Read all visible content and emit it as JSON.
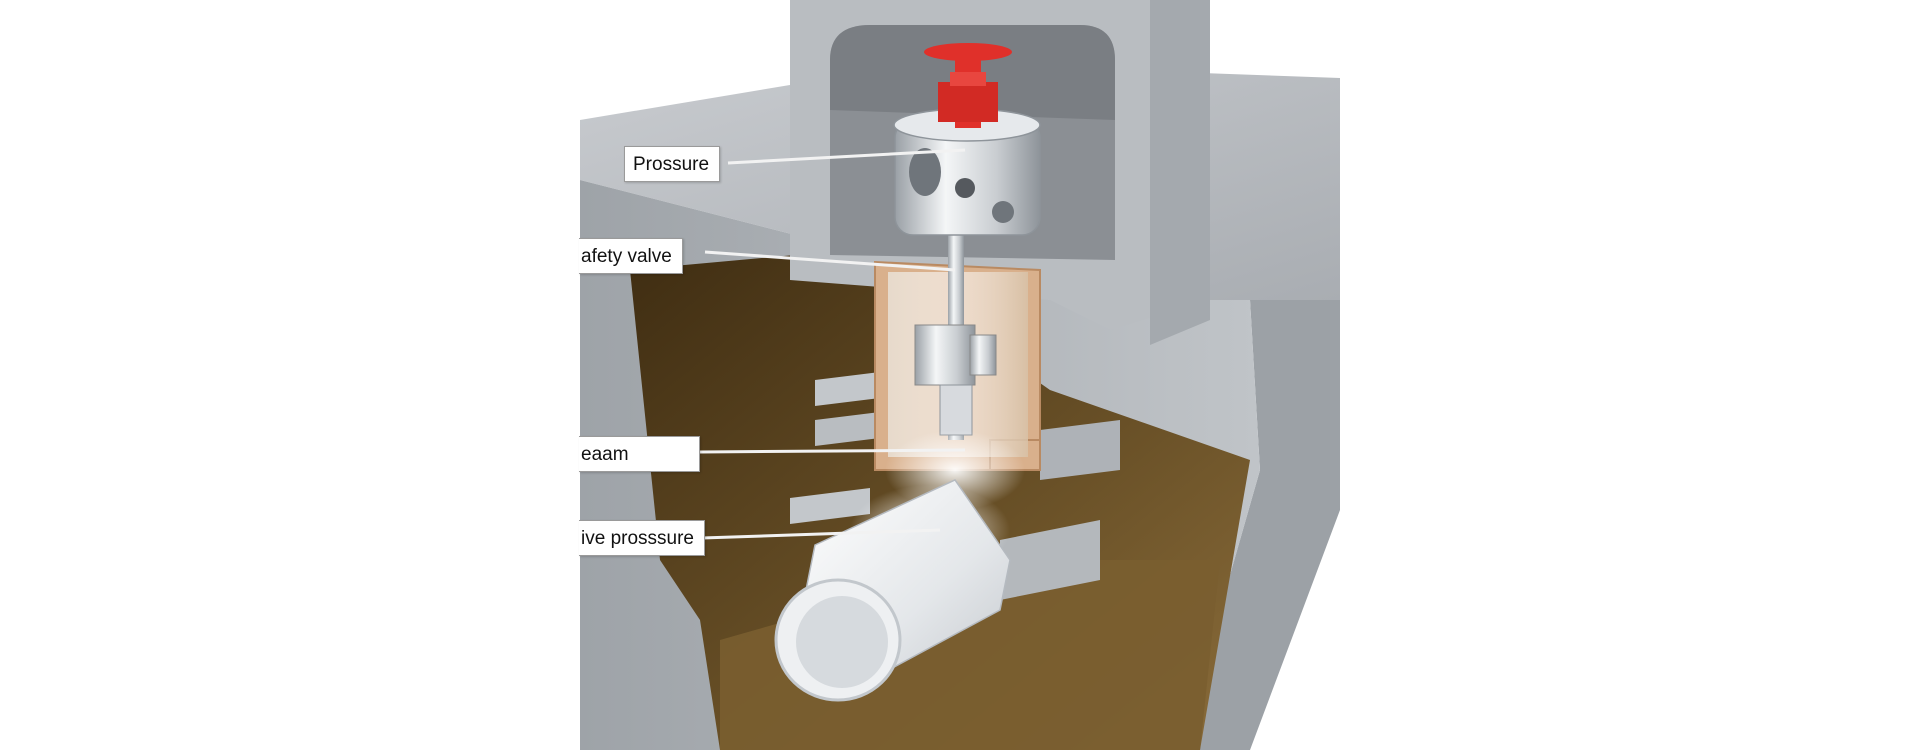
{
  "labels": {
    "pressure": "Prossure",
    "safety_valve": "afety valve",
    "steam": "eaam",
    "valve_pressure": "ive prosssure"
  },
  "colors": {
    "background": "#ffffff",
    "concrete": "#b5b9bd",
    "cavity": "#6b5228",
    "valve_handle": "#e0302a",
    "copper_sleeve": "#d9b08c",
    "pipe": "#eef0f2"
  },
  "icons": {
    "valve_handle": "valve-handwheel-icon"
  }
}
